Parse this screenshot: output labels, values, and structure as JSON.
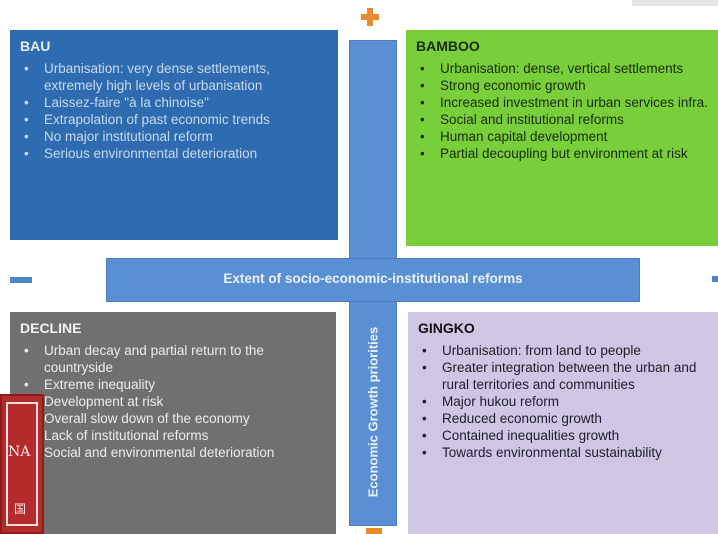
{
  "quadrants": {
    "bau": {
      "title": "BAU",
      "bullet": "•",
      "items": [
        "Urbanisation: very dense settlements, extremely high levels of urbanisation",
        "Laissez-faire \"à la chinoise\"",
        "Extrapolation of past economic trends",
        "No major institutional reform",
        "Serious environmental deterioration"
      ]
    },
    "bamboo": {
      "title": "BAMBOO",
      "bullet": "•",
      "items": [
        "Urbanisation: dense, vertical settlements",
        "Strong economic growth",
        "Increased investment in urban services infra.",
        "Social and institutional reforms",
        "Human capital development",
        "Partial decoupling but environment at risk"
      ]
    },
    "decline": {
      "title": "DECLINE",
      "bullet": "•",
      "items": [
        "Urban decay and partial return to the countryside",
        "Extreme inequality",
        "Development at risk",
        "Overall slow down of the economy",
        "Lack of institutional reforms",
        "Social and environmental deterioration"
      ]
    },
    "gingko": {
      "title": "GINGKO",
      "bullet": "•",
      "items": [
        "Urbanisation: from land to people",
        "Greater integration between the urban and rural territories and communities",
        "Major hukou reform",
        "Reduced economic growth",
        "Contained inequalities growth",
        "Towards environmental sustainability"
      ]
    }
  },
  "axes": {
    "horizontal_label": "Extent of socio-economic-institutional  reforms",
    "vertical_label": "Economic Growth priorities"
  },
  "stamp": {
    "text": "NA",
    "han": "国"
  },
  "colors": {
    "bau": "#2e6bb0",
    "bamboo": "#79cf3a",
    "decline": "#707070",
    "gingko": "#cfc6e3",
    "axis": "#5b8fd4",
    "plus": "#e78b2d",
    "minus": "#4a86c8"
  },
  "icons": {
    "plus": "plus-icon",
    "minus": "minus-icon"
  }
}
